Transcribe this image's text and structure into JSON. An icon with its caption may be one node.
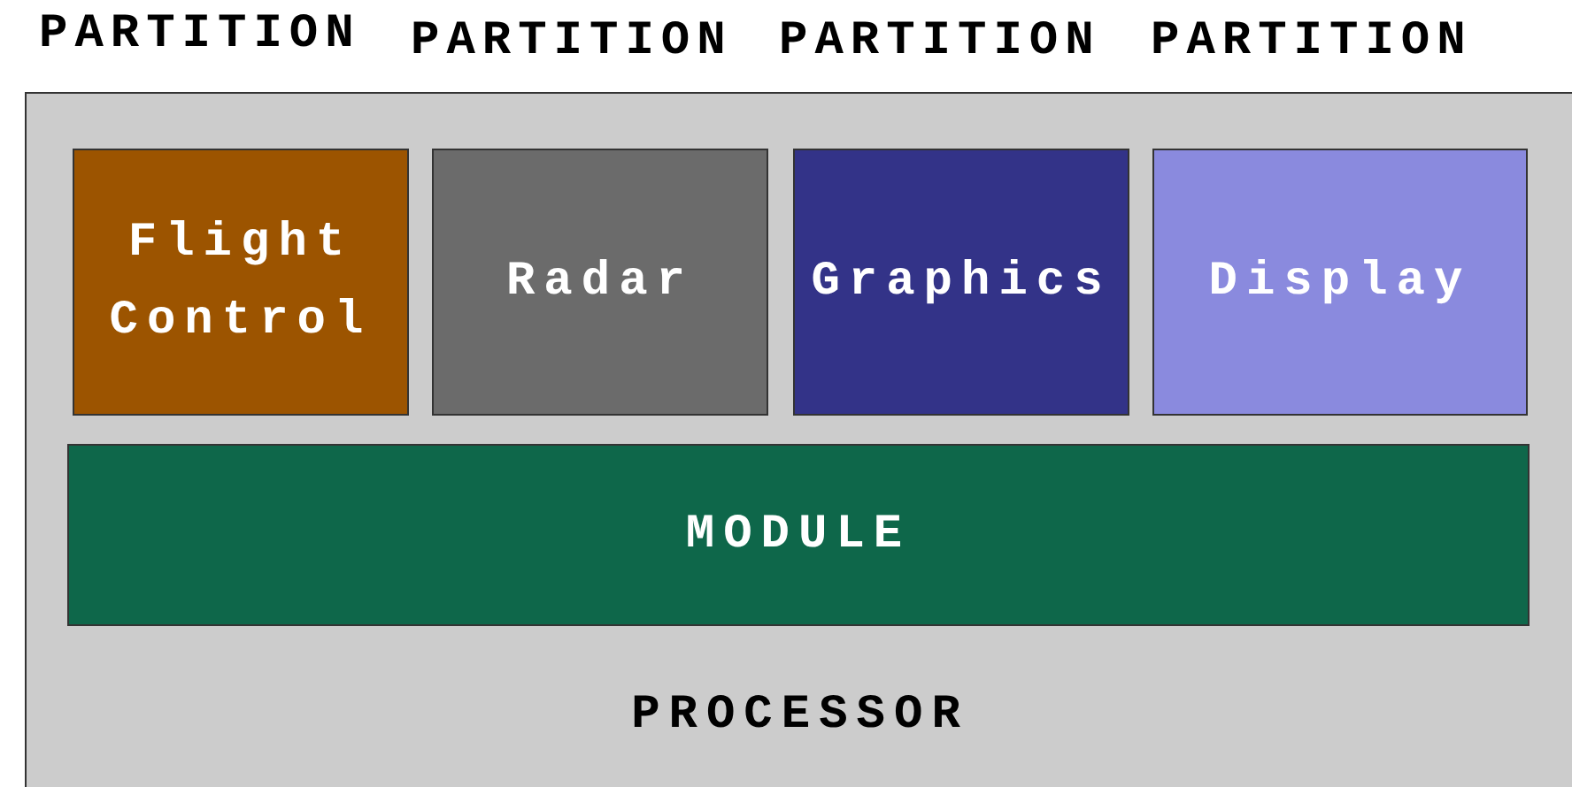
{
  "diagram": {
    "nodes": [
      {
        "text": [
          "PROCESSOR"
        ]
      },
      {
        "text": [
          "Flight Control"
        ],
        "in": 0
      },
      {
        "text": [
          "Radar"
        ],
        "in": 0
      },
      {
        "text": [
          "Graphics"
        ],
        "in": 0
      },
      {
        "text": [
          "Display"
        ],
        "in": 0
      },
      {
        "text": [
          "MODULE"
        ],
        "in": 0
      }
    ],
    "edges": [],
    "labels": [
      "PARTITION",
      "PARTITION",
      "PARTITION",
      "PARTITION"
    ]
  }
}
